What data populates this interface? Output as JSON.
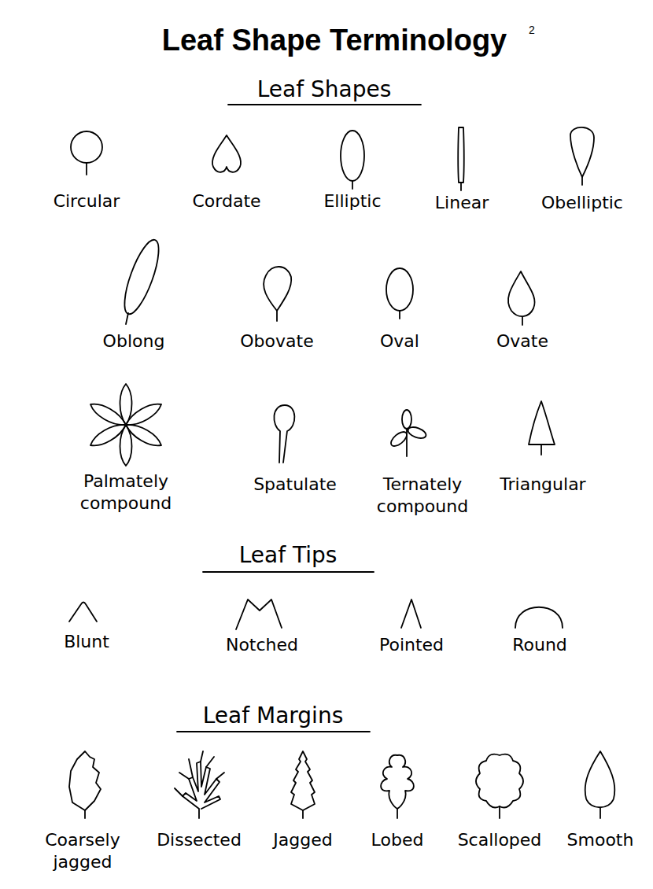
{
  "diagram": {
    "title": "Leaf Shape Terminology",
    "labels": [
      "2",
      "Leaf Shapes",
      "Circular",
      "Cordate",
      "Elliptic",
      "Linear",
      "Obelliptic",
      "Oblong",
      "Obovate",
      "Oval",
      "Ovate",
      "Palmately compound",
      "Spatulate",
      "Ternately compound",
      "Triangular",
      "Leaf Tips",
      "Blunt",
      "Notched",
      "Pointed",
      "Round",
      "Leaf Margins",
      "Coarsely jagged",
      "Dissected",
      "Jagged",
      "Lobed",
      "Scalloped",
      "Smooth"
    ]
  }
}
